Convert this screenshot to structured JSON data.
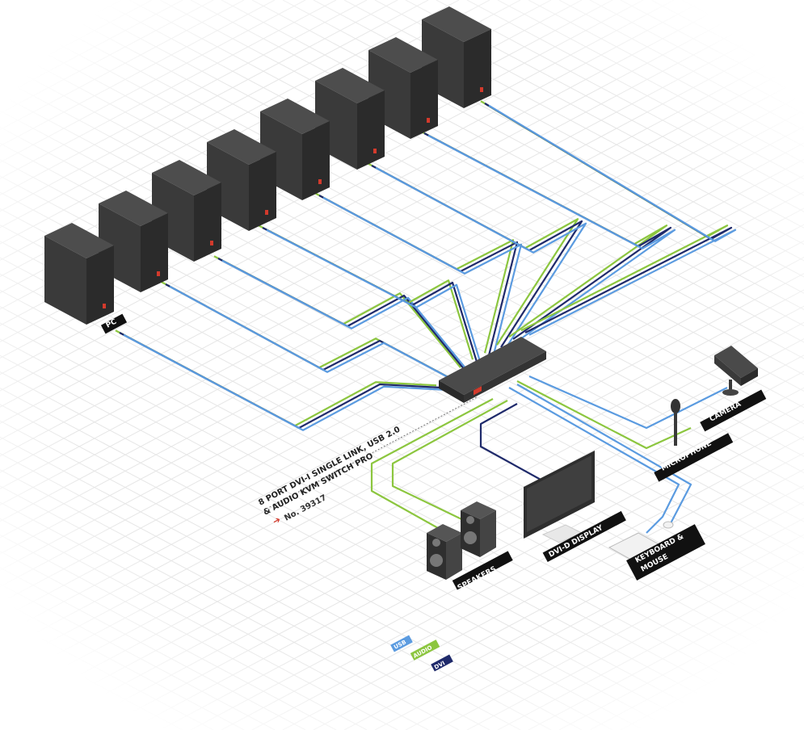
{
  "labels": {
    "pc": "PC",
    "camera": "CAMERA",
    "microphone": "MICROPHONE",
    "display": "DVI-D DISPLAY",
    "keyboard_mouse_1": "KEYBOARD &",
    "keyboard_mouse_2": "MOUSE",
    "speakers": "SPEAKERS"
  },
  "product": {
    "line1": "8 PORT DVI-I SINGLE LINK, USB 2.0",
    "line2": "& AUDIO KVM SWITCH PRO",
    "number": "No. 39317"
  },
  "legend": [
    {
      "label": "USB",
      "color": "#5b9be0"
    },
    {
      "label": "AUDIO",
      "color": "#8cc63f"
    },
    {
      "label": "DVI",
      "color": "#1f2a6b"
    }
  ],
  "colors": {
    "usb": "#5b9be0",
    "audio": "#8cc63f",
    "dvi": "#1f2a6b",
    "device": "#3a3a3a",
    "label_bg": "#111111",
    "accent_red": "#d33a2c"
  },
  "pc_count": 8
}
